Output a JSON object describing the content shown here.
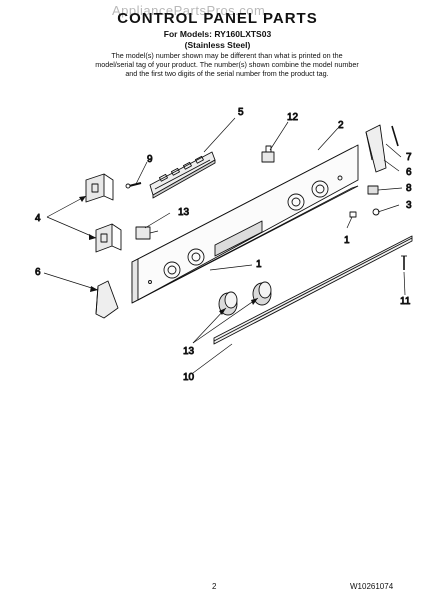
{
  "watermark": "AppliancePartsPros.com",
  "header": {
    "title": "CONTROL PANEL PARTS",
    "models": "For Models: RY160LXTS03",
    "finish": "(Stainless Steel)",
    "note": "The model(s) number shown may be different than what is printed on the model/serial tag of your product. The number(s) shown combine the model number and the first two digits of the serial number from the product tag."
  },
  "callouts": {
    "c1a": "1",
    "c1b": "1",
    "c2": "2",
    "c3": "3",
    "c4": "4",
    "c5": "5",
    "c6a": "6",
    "c6b": "6",
    "c7": "7",
    "c8": "8",
    "c9": "9",
    "c10": "10",
    "c11": "11",
    "c12": "12",
    "c13a": "13",
    "c13b": "13"
  },
  "footer": {
    "page_number": "2",
    "document_number": "W10261074"
  }
}
